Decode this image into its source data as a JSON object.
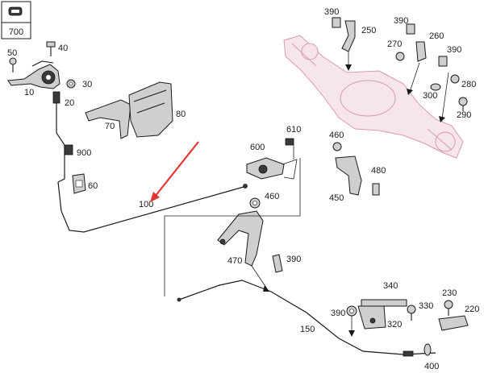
{
  "labels": {
    "l700": "700",
    "l50": "50",
    "l40": "40",
    "l10": "10",
    "l30": "30",
    "l20": "20",
    "l70": "70",
    "l80": "80",
    "l900": "900",
    "l60": "60",
    "l100": "100",
    "l600": "600",
    "l610": "610",
    "l460a": "460",
    "l460b": "460",
    "l480": "480",
    "l450": "450",
    "l470": "470",
    "l390a": "390",
    "l390b": "390",
    "l390c": "390",
    "l390d": "390",
    "l390e": "390",
    "l250": "250",
    "l270": "270",
    "l260": "260",
    "l280": "280",
    "l300": "300",
    "l290": "290",
    "l340": "340",
    "l330": "330",
    "l320": "320",
    "l230": "230",
    "l220": "220",
    "l150": "150",
    "l400": "400"
  },
  "highlight": {
    "color": "#e3342f",
    "target": "100"
  },
  "colors": {
    "axle": "#d99aae",
    "ink": "#1a1a1a"
  }
}
